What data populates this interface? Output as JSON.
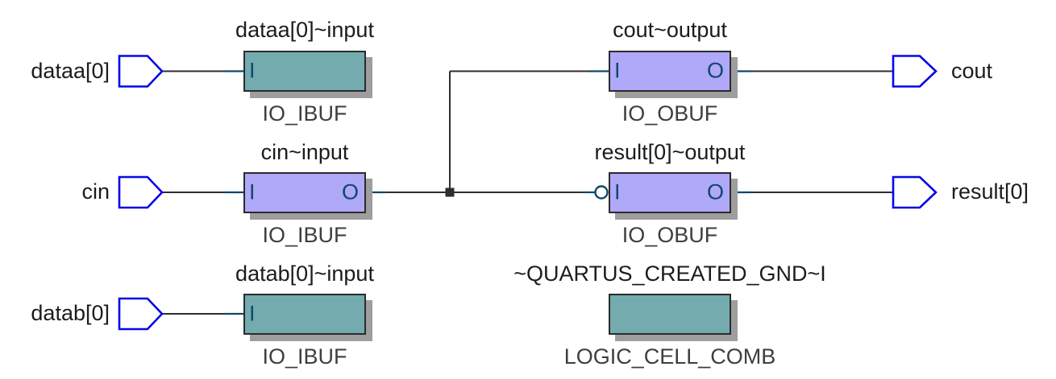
{
  "diagram": {
    "blocks": {
      "dataa_ibuf": {
        "title": "dataa[0]~input",
        "type": "IO_IBUF",
        "port_in": "I",
        "port_out": "",
        "fill": "#73ABAE"
      },
      "cin_ibuf": {
        "title": "cin~input",
        "type": "IO_IBUF",
        "port_in": "I",
        "port_out": "O",
        "fill": "#B0A8F8"
      },
      "datab_ibuf": {
        "title": "datab[0]~input",
        "type": "IO_IBUF",
        "port_in": "I",
        "port_out": "",
        "fill": "#73ABAE"
      },
      "cout_obuf": {
        "title": "cout~output",
        "type": "IO_OBUF",
        "port_in": "I",
        "port_out": "O",
        "fill": "#B0A8F8"
      },
      "result_obuf": {
        "title": "result[0]~output",
        "type": "IO_OBUF",
        "port_in": "I",
        "port_out": "O",
        "fill": "#B0A8F8"
      },
      "gnd_cell": {
        "title": "~QUARTUS_CREATED_GND~I",
        "type": "LOGIC_CELL_COMB",
        "port_in": "",
        "port_out": "",
        "fill": "#73ABAE"
      }
    },
    "pins": {
      "dataa": {
        "label": "dataa[0]",
        "direction": "input"
      },
      "cin": {
        "label": "cin",
        "direction": "input"
      },
      "datab": {
        "label": "datab[0]",
        "direction": "input"
      },
      "cout": {
        "label": "cout",
        "direction": "output"
      },
      "result": {
        "label": "result[0]",
        "direction": "output"
      }
    },
    "colors": {
      "ibuf_teal": "#73ABAE",
      "buf_purple": "#B0A8F8",
      "block_border": "#2B2B2B",
      "block_shadow": "#9E9E9E",
      "pin_blue": "#0707E8",
      "port_text_blue": "#11486B",
      "wire_dark": "#2E2E2E",
      "wire_stub_blue": "#0D476B",
      "label_text": "#1C1C1C",
      "caption_text": "#3E3E3E",
      "background": "#FFFFFF"
    }
  }
}
